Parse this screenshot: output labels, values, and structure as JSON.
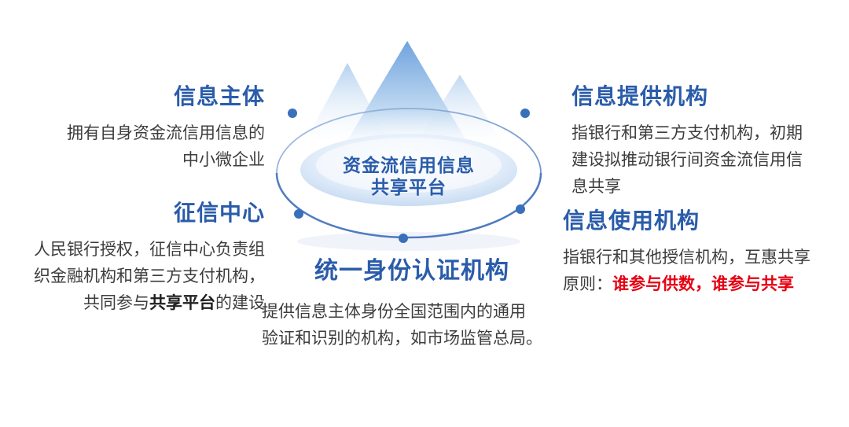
{
  "center": {
    "title_line1": "资金流信用信息",
    "title_line2": "共享平台"
  },
  "sections": {
    "info_subject": {
      "title": "信息主体",
      "lines": [
        "拥有自身资金流信用信息的",
        "中小微企业"
      ]
    },
    "credit_center": {
      "title": "征信中心",
      "line1": "人民银行授权，征信中心负责组",
      "line2": "织金融机构和第三方支付机构，",
      "line3_prefix": "共同参与",
      "line3_bold": "共享平台",
      "line3_suffix": "的建设"
    },
    "identity_auth": {
      "title": "统一身份认证机构",
      "lines": [
        "提供信息主体身份全国范围内的通用",
        "验证和识别的机构，如市场监管总局。"
      ]
    },
    "info_provider": {
      "title": "信息提供机构",
      "lines": [
        "指银行和第三方支付机构，初期",
        "建设拟推动银行间资金流信用信",
        "息共享"
      ]
    },
    "info_user": {
      "title": "信息使用机构",
      "line1": "指银行和其他授信机构，互惠共享",
      "line2_prefix": "原则：",
      "line2_red": "谁参与供数，谁参与共享"
    }
  },
  "colors": {
    "heading_blue": "#2a5caa",
    "body_text": "#3d3d3d",
    "accent_red": "#e60012",
    "dot_blue": "#3a70ba"
  }
}
